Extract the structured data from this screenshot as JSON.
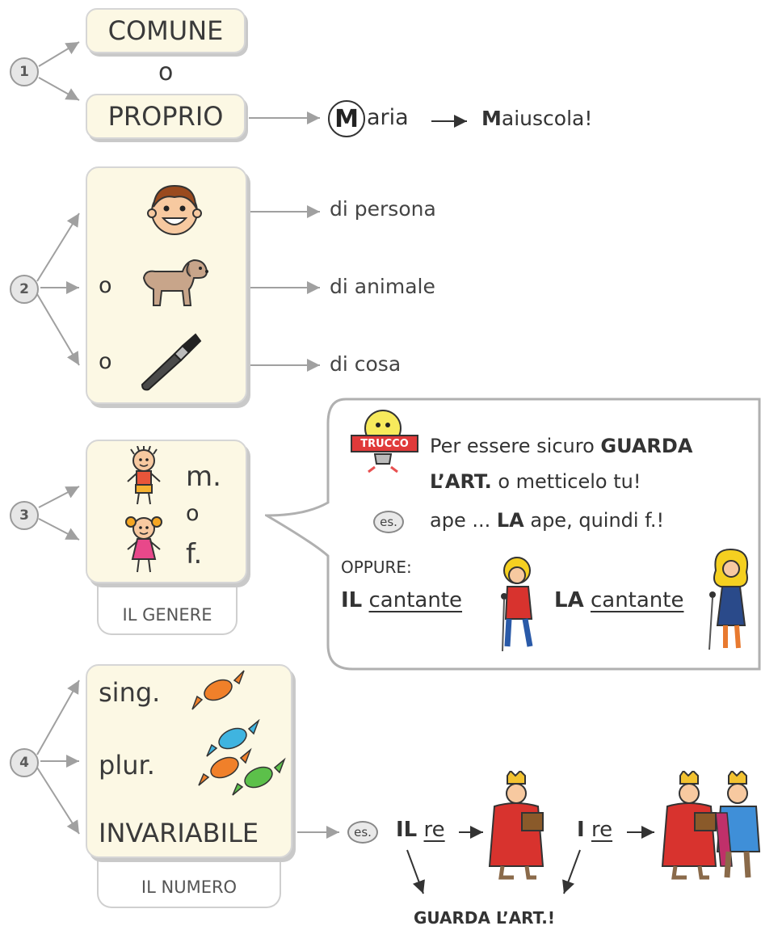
{
  "section1": {
    "number": "1",
    "comune": "COMUNE",
    "or": "o",
    "proprio": "PROPRIO",
    "maria_letter": "M",
    "maria_rest": "aria",
    "maiuscola_letter": "M",
    "maiuscola_rest": "aiuscola!"
  },
  "section2": {
    "number": "2",
    "or1": "o",
    "or2": "o",
    "persona": "di persona",
    "animale": "di animale",
    "cosa": "di cosa"
  },
  "section3": {
    "number": "3",
    "m": "m.",
    "or": "o",
    "f": "f.",
    "tab": "IL GENERE"
  },
  "bubble": {
    "trucco": "TRUCCO",
    "line1_a": "Per essere sicuro ",
    "line1_b": "GUARDA",
    "line2_a": "L’ART.",
    "line2_b": " o metticelo tu!",
    "es": "es.",
    "line3_a": "ape ... ",
    "line3_b": "LA",
    "line3_c": " ape, quindi f.!",
    "oppure": "OPPURE:",
    "il": "IL",
    "cantante1": "cantante",
    "la": "LA",
    "cantante2": "cantante"
  },
  "section4": {
    "number": "4",
    "sing": "sing.",
    "plur": "plur.",
    "invariabile": "INVARIABILE",
    "tab": "IL NUMERO",
    "es": "es.",
    "il": "IL",
    "re1": "re",
    "i": "I",
    "re2": "re",
    "guarda": "GUARDA L’ART.!"
  },
  "colors": {
    "card_fill": "#fcf8e4",
    "arrow_gray": "#a0a0a0",
    "candy_orange": "#f0802a",
    "candy_blue": "#3fb4e0",
    "candy_green": "#5cc04a"
  }
}
